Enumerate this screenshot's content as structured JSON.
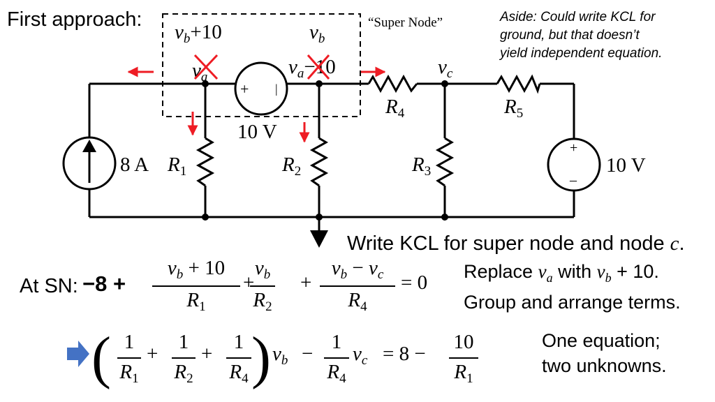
{
  "heading": "First approach:",
  "super_node_label": "“Super Node”",
  "aside": {
    "line1": "Aside: Could write KCL for",
    "line2": "ground, but that doesn’t",
    "line3": "yield independent equation."
  },
  "circuit": {
    "node_vb_plus10": {
      "base": "v",
      "sub": "b",
      "rest": "+10"
    },
    "node_vb": {
      "base": "v",
      "sub": "b"
    },
    "node_va_left": {
      "base": "v",
      "sub": "a"
    },
    "node_va_minus10": {
      "base": "v",
      "sub": "a",
      "rest": "−10"
    },
    "node_vc": {
      "base": "v",
      "sub": "c"
    },
    "source_current": "8 A",
    "source_voltage_top": "10 V",
    "source_voltage_right": "10 V",
    "plus_sign": "+",
    "minus_sign": "–",
    "bar_sign": "|",
    "resistors": [
      {
        "base": "R",
        "sub": "1"
      },
      {
        "base": "R",
        "sub": "2"
      },
      {
        "base": "R",
        "sub": "3"
      },
      {
        "base": "R",
        "sub": "4"
      },
      {
        "base": "R",
        "sub": "5"
      }
    ],
    "arrow_color": "#ee1c24",
    "wire_color": "#000000"
  },
  "kcl_note": {
    "prefix": "Write KCL for super node and node ",
    "var": "c",
    "suffix": "."
  },
  "equation_sn": {
    "label": "At SN:",
    "lead": "−8 +",
    "f1": {
      "num": "v_b + 10",
      "den": "R_1"
    },
    "f2": {
      "num": "v_b",
      "den": "R_2"
    },
    "f3": {
      "num": "v_b − v_c",
      "den": "R_4"
    },
    "rhs": "= 0"
  },
  "note_replace": {
    "prefix": "Replace ",
    "v1": "v_a",
    "mid": " with ",
    "v2": "v_b",
    "suffix": " + 10."
  },
  "note_group": "Group and arrange terms.",
  "equation_2": {
    "arrow_color": "#4472c4",
    "left_fracs": [
      {
        "num": "1",
        "den": "R_1"
      },
      {
        "num": "1",
        "den": "R_2"
      },
      {
        "num": "1",
        "den": "R_4"
      }
    ],
    "var1": "v_b",
    "minus": "−",
    "frac_mid": {
      "num": "1",
      "den": "R_4"
    },
    "var2": "v_c",
    "equals": "= 8 −",
    "frac_right": {
      "num": "10",
      "den": "R_1"
    }
  },
  "note_one_eq": {
    "line1": "One equation;",
    "line2": "two unknowns."
  }
}
